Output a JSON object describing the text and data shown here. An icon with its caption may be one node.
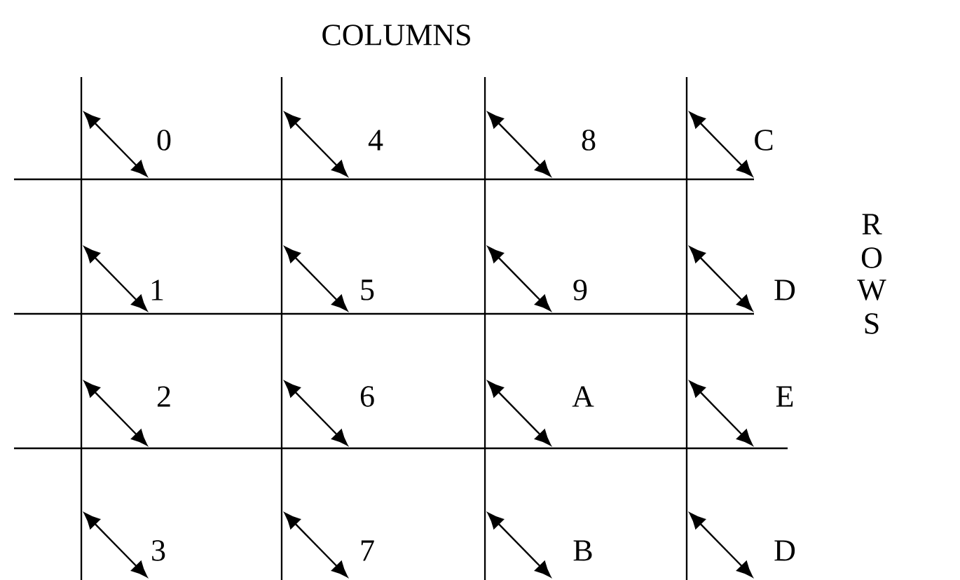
{
  "diagram": {
    "labels": [
      "COLUMNS",
      "0",
      "4",
      "8",
      "C",
      "1",
      "5",
      "9",
      "D",
      "2",
      "6",
      "A",
      "E",
      "3",
      "7",
      "B",
      "D",
      "R",
      "O",
      "W",
      "S"
    ]
  }
}
